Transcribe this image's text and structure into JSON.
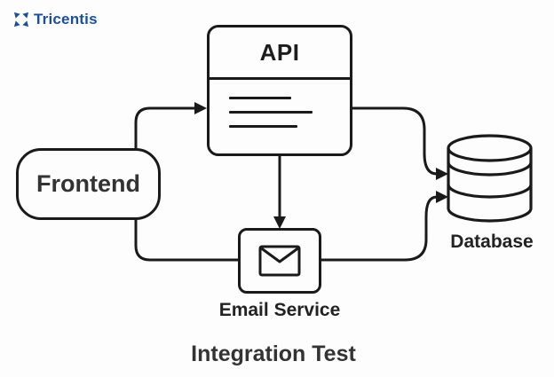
{
  "brand": {
    "name": "Tricentis",
    "color": "#1b4f9b",
    "icon": "tricentis-x-icon"
  },
  "title": "Integration Test",
  "nodes": {
    "frontend": {
      "label": "Frontend"
    },
    "api": {
      "label": "API"
    },
    "email": {
      "label": "Email Service",
      "icon": "envelope-icon"
    },
    "database": {
      "label": "Database",
      "icon": "database-cylinder-icon"
    }
  },
  "edges": [
    {
      "from": "frontend",
      "to": "api",
      "arrow": true
    },
    {
      "from": "api",
      "to": "email",
      "arrow": true
    },
    {
      "from": "frontend",
      "to": "email",
      "arrow": false
    },
    {
      "from": "api",
      "to": "database",
      "arrow": true
    },
    {
      "from": "email",
      "to": "database",
      "arrow": true
    }
  ],
  "colors": {
    "stroke": "#1a1a1a",
    "background": "#fdfdfd",
    "text": "#222222"
  }
}
